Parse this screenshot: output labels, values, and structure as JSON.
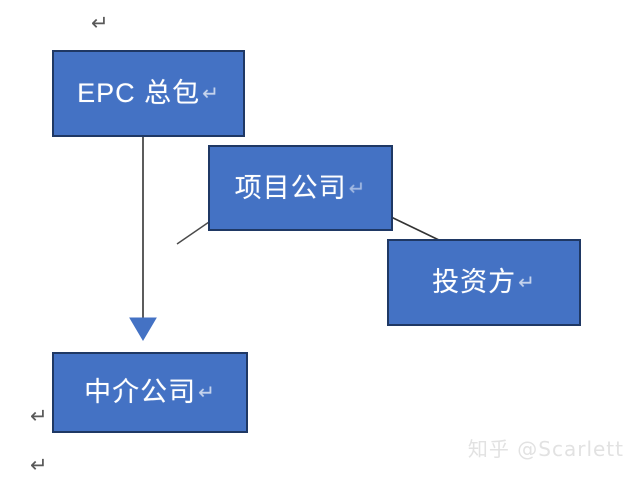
{
  "diagram": {
    "title": "EPC project structure flow diagram",
    "background_color": "#FFFFFF",
    "node_fill_color": "#4472C4",
    "node_border_color": "#1F3864",
    "node_text_color": "#FFFFFF",
    "connector_color": "#404040",
    "arrow_fill_color": "#4472C4",
    "nodes": [
      {
        "id": "epc",
        "label": "EPC 总包",
        "mark": "↵",
        "mark_faint": false
      },
      {
        "id": "project",
        "label": "项目公司",
        "mark": "↵",
        "mark_faint": true
      },
      {
        "id": "investor",
        "label": "投资方",
        "mark": "↵",
        "mark_faint": false
      },
      {
        "id": "agency",
        "label": "中介公司",
        "mark": "↵",
        "mark_faint": false
      }
    ],
    "edges": [
      {
        "id": "epc-to-agency",
        "from": "epc",
        "to": "agency",
        "style": "arrow-down"
      },
      {
        "id": "project-to-lower-left",
        "from": "project",
        "to": "",
        "style": "plain-line"
      },
      {
        "id": "project-to-investor",
        "from": "project",
        "to": "investor",
        "style": "plain-line"
      }
    ]
  },
  "marks": {
    "top": "↵",
    "bottom_upper": "↵",
    "bottom_lower": "↵"
  },
  "watermark": {
    "text": "知乎 @Scarlett",
    "color": "#E2E2E2"
  }
}
